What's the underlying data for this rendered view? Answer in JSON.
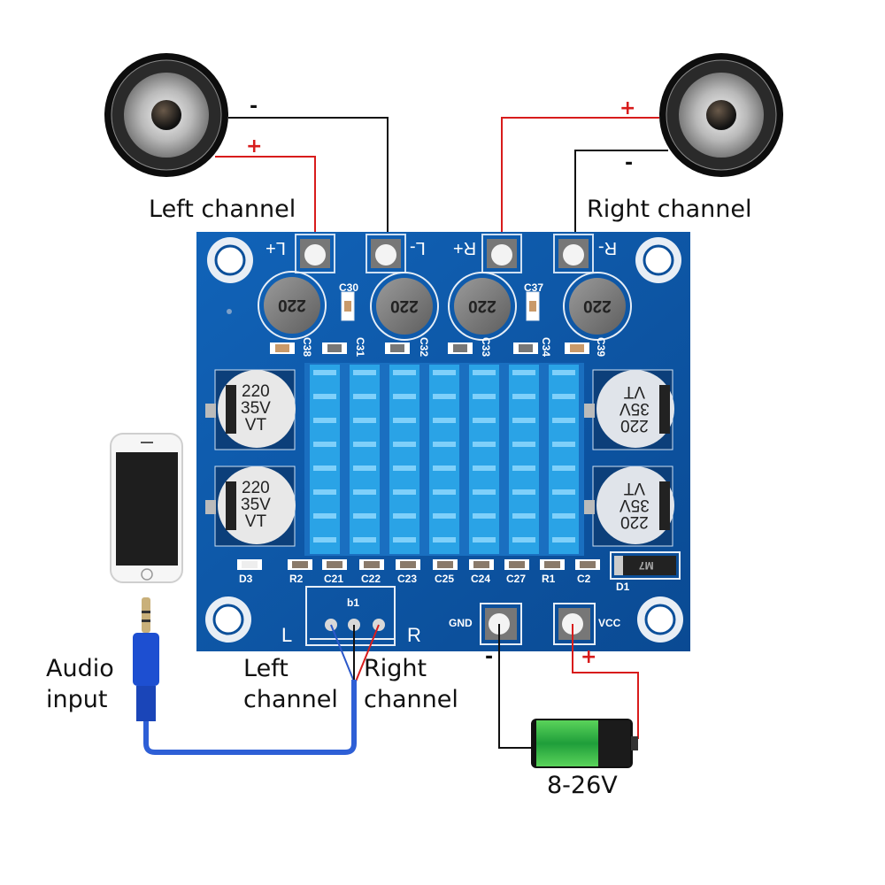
{
  "labels": {
    "left_channel_speaker": "Left channel",
    "right_channel_speaker": "Right channel",
    "audio_input_line1": "Audio",
    "audio_input_line2": "input",
    "left_channel_input_line1": "Left",
    "left_channel_input_line2": "channel",
    "right_channel_input_line1": "Right",
    "right_channel_input_line2": "channel",
    "power_voltage": "8-26V"
  },
  "polarity": {
    "left_speaker_neg": "-",
    "left_speaker_pos": "+",
    "right_speaker_pos": "+",
    "right_speaker_neg": "-",
    "battery_neg": "-",
    "battery_pos": "+"
  },
  "board": {
    "output_terminals": [
      "L+",
      "L-",
      "R+",
      "R-"
    ],
    "inductor_value": "220",
    "top_caps": [
      "C30",
      "C37"
    ],
    "upper_smd": [
      "C38",
      "C31",
      "C32",
      "C33",
      "C34",
      "C39"
    ],
    "electrolytic": {
      "line1": "220",
      "line2": "35V",
      "line3": "VT"
    },
    "bottom_smd": [
      "D3",
      "R2",
      "C21",
      "C22",
      "C23",
      "C25",
      "C24",
      "C27",
      "R1",
      "C2"
    ],
    "diode_label": "D1",
    "diode_marking": "M7",
    "input_header": {
      "label": "b1",
      "left": "L",
      "right": "R"
    },
    "power_terminals": {
      "gnd": "GND",
      "vcc": "VCC"
    }
  },
  "colors": {
    "pcb": "#0a4f9c",
    "heatsink": "#2aa3e6",
    "wire_positive": "#d81c1c",
    "wire_negative": "#111111",
    "wire_signal_left": "#2b58c9",
    "battery_green": "#3cc23c",
    "jack_blue": "#1d4fd1"
  }
}
